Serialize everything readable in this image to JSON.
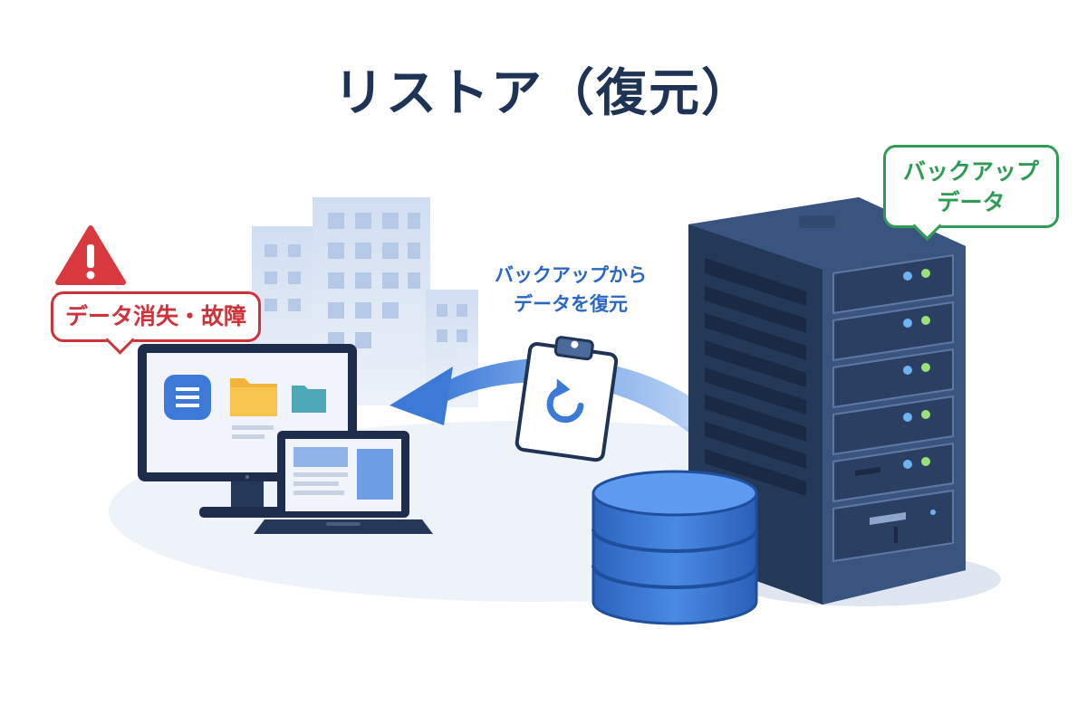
{
  "title": "リストア（復元）",
  "alert_callout": {
    "text": "データ消失・故障",
    "icon": "warning-triangle-icon",
    "color": "#cf3239"
  },
  "backup_callout": {
    "line1": "バックアップ",
    "line2": "データ",
    "color": "#2f9b55"
  },
  "flow_label": {
    "line1": "バックアップから",
    "line2": "データを復元",
    "color": "#2b66c4"
  },
  "icons": {
    "clipboard": "restore-clipboard-icon",
    "database": "database-icon",
    "server": "server-rack-icon",
    "monitor": "desktop-monitor-icon",
    "laptop": "laptop-icon",
    "buildings": "office-buildings-icon",
    "arrow": "restore-arrow-icon"
  },
  "colors": {
    "title": "#1f3355",
    "server_body": "#2e4468",
    "server_front": "#3a5480",
    "database": "#3d7ad8",
    "ground": "#eef2f9"
  }
}
